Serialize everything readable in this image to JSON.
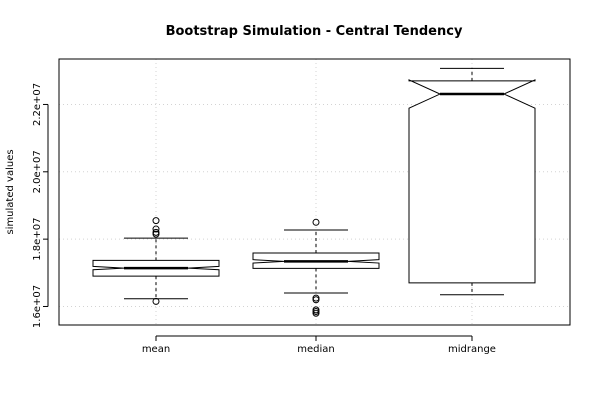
{
  "chart_data": {
    "type": "boxplot",
    "title": "Bootstrap Simulation - Central Tendency",
    "xlabel": "",
    "ylabel": "simulated values",
    "ylim": [
      15450000,
      23350000
    ],
    "yticks": [
      16000000,
      18000000,
      20000000,
      22000000
    ],
    "ytick_labels": [
      "1.6e+07",
      "1.8e+07",
      "2.0e+07",
      "2.2e+07"
    ],
    "grid": true,
    "notched": true,
    "categories": [
      "mean",
      "median",
      "midrange"
    ],
    "boxes": [
      {
        "name": "mean",
        "whisker_low": 16230000,
        "q1": 16900000,
        "median": 17140000,
        "q3": 17370000,
        "whisker_high": 18030000,
        "notch_low": 17090000,
        "notch_high": 17190000,
        "outliers": [
          16150000,
          18150000,
          18200000,
          18300000,
          18550000
        ]
      },
      {
        "name": "median",
        "whisker_low": 16400000,
        "q1": 17130000,
        "median": 17340000,
        "q3": 17590000,
        "whisker_high": 18270000,
        "notch_low": 17290000,
        "notch_high": 17390000,
        "outliers": [
          15800000,
          15850000,
          15900000,
          16200000,
          16250000,
          18500000
        ]
      },
      {
        "name": "midrange",
        "whisker_low": 16350000,
        "q1": 16700000,
        "median": 22310000,
        "q3": 22700000,
        "whisker_high": 23070000,
        "notch_low": 21890000,
        "notch_high": 22730000,
        "outliers": []
      }
    ]
  }
}
